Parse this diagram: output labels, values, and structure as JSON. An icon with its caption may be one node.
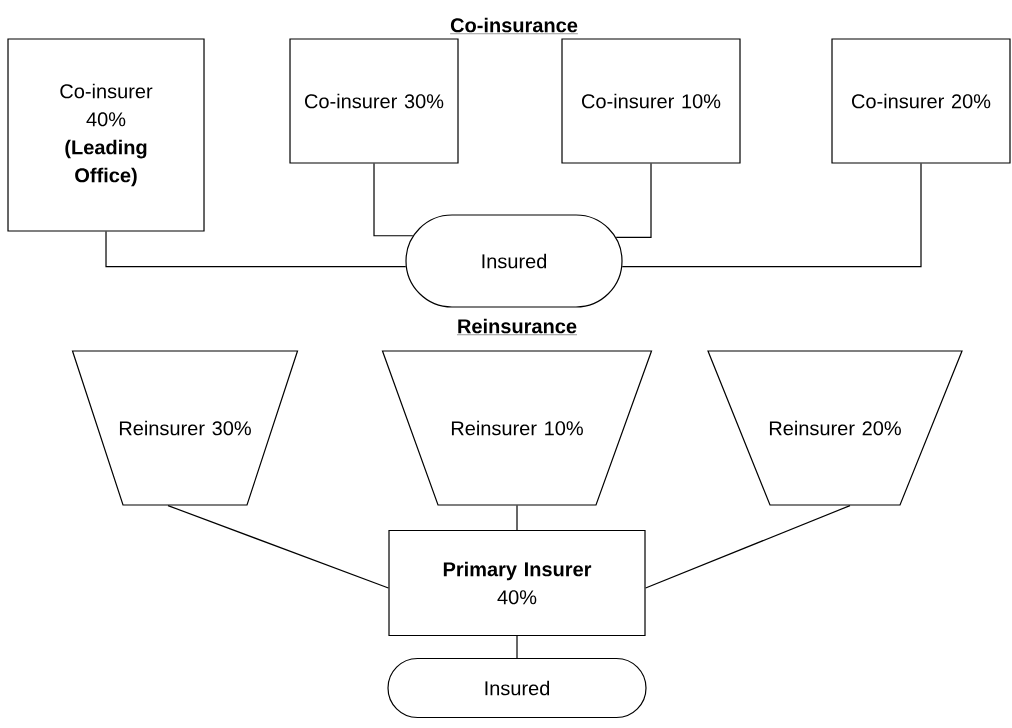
{
  "diagram": {
    "nodes": [
      {
        "text": [
          "Co-insurer 40%",
          "(Leading Office)"
        ]
      },
      {
        "text": [
          "Co-insurer 30%"
        ]
      },
      {
        "text": [
          "Co-insurer 10%"
        ]
      },
      {
        "text": [
          "Co-insurer 20%"
        ]
      },
      {
        "text": [
          "Insured"
        ]
      },
      {
        "text": [
          "Reinsurer 30%"
        ]
      },
      {
        "text": [
          "Reinsurer 10%"
        ]
      },
      {
        "text": [
          "Reinsurer 20%"
        ]
      },
      {
        "text": [
          "Primary Insurer",
          "40%"
        ]
      },
      {
        "text": [
          "Insured"
        ]
      }
    ],
    "edges": [
      {
        "from": 0,
        "to": 4,
        "arrow": "none"
      },
      {
        "from": 1,
        "to": 4,
        "arrow": "none"
      },
      {
        "from": 2,
        "to": 4,
        "arrow": "none"
      },
      {
        "from": 3,
        "to": 4,
        "arrow": "none"
      },
      {
        "from": 5,
        "to": 8,
        "arrow": "none"
      },
      {
        "from": 6,
        "to": 8,
        "arrow": "none"
      },
      {
        "from": 7,
        "to": 8,
        "arrow": "none"
      },
      {
        "from": 8,
        "to": 9,
        "arrow": "none"
      }
    ],
    "labels": [
      "Co-insurance",
      "Reinsurance"
    ]
  }
}
